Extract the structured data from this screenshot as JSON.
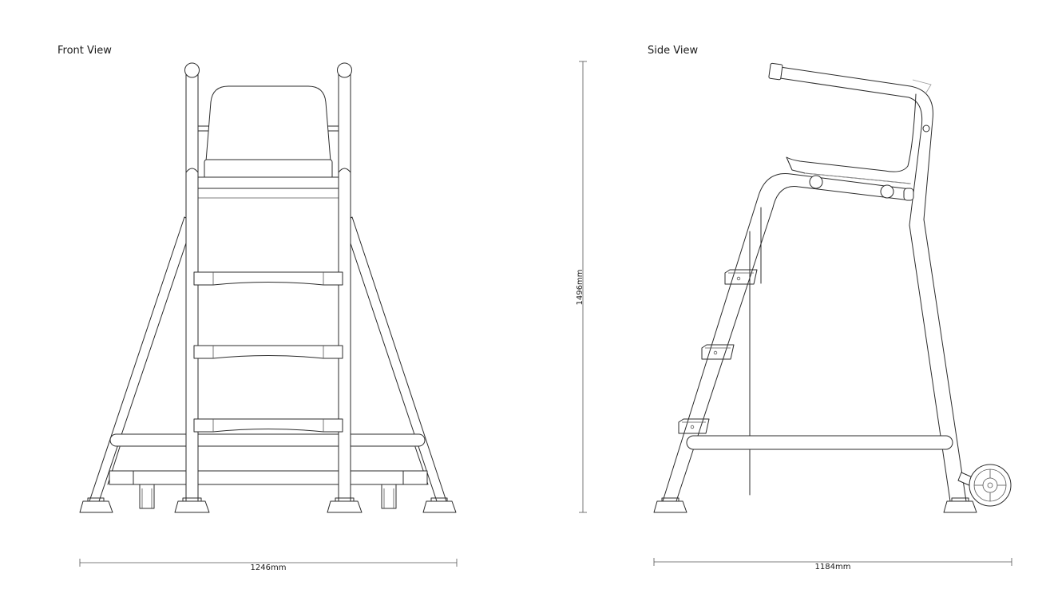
{
  "views": {
    "front": {
      "label": "Front View"
    },
    "side": {
      "label": "Side View"
    }
  },
  "dimensions": {
    "front_width": "1246mm",
    "height": "1496mm",
    "side_depth": "1184mm"
  }
}
